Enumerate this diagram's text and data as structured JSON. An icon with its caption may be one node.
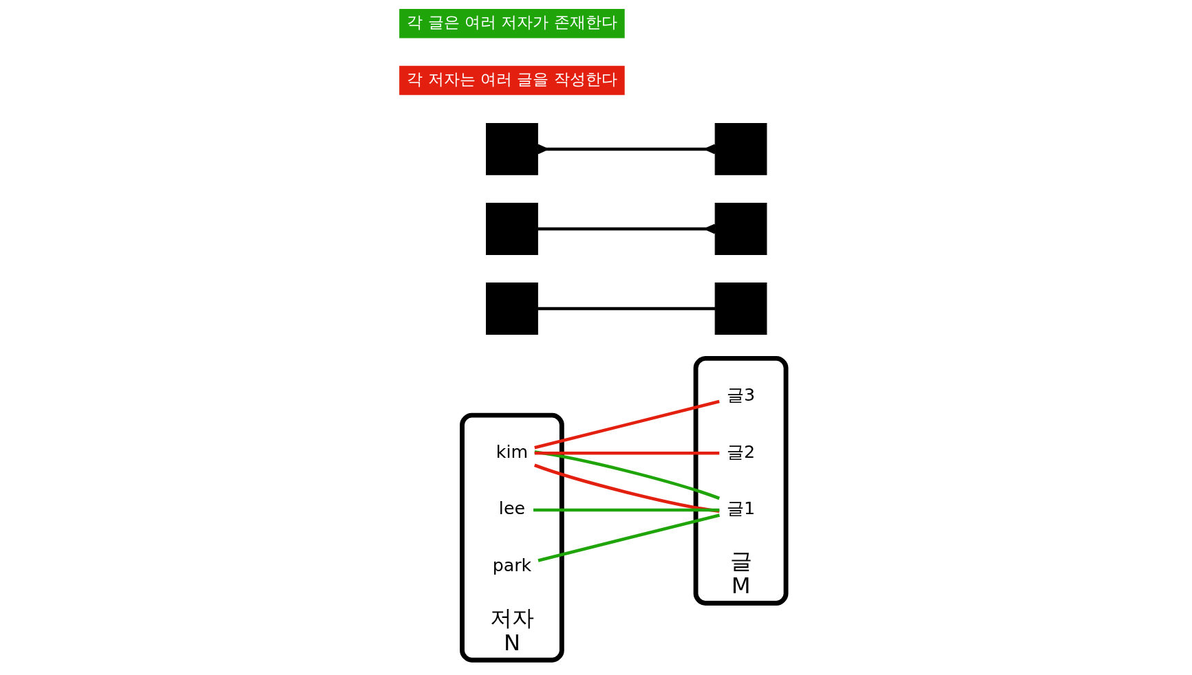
{
  "diagram": {
    "nodes": [
      {
        "text": [
          "저자"
        ],
        "beside": [
          "N"
        ]
      },
      {
        "text": [
          "kim"
        ],
        "in": 0
      },
      {
        "text": [
          "lee"
        ],
        "in": 0
      },
      {
        "text": [
          "park"
        ],
        "in": 0
      },
      {
        "text": [
          "글"
        ],
        "beside": [
          "M"
        ]
      },
      {
        "text": [
          "글1"
        ],
        "in": 4
      },
      {
        "text": [
          "글2"
        ],
        "in": 4
      },
      {
        "text": [
          "글3"
        ],
        "in": 4
      },
      {
        "text": [],
        "shape": "box"
      },
      {
        "text": [],
        "shape": "box"
      },
      {
        "text": [],
        "shape": "box"
      },
      {
        "text": [],
        "shape": "box"
      },
      {
        "text": [],
        "shape": "box"
      },
      {
        "text": [],
        "shape": "box"
      }
    ],
    "edges": [
      {
        "from": 1,
        "to": 5,
        "arrow": "none",
        "color": "#e3200f"
      },
      {
        "from": 1,
        "to": 6,
        "arrow": "none",
        "color": "#e3200f"
      },
      {
        "from": 1,
        "to": 7,
        "arrow": "none",
        "color": "#e3200f"
      },
      {
        "from": 1,
        "to": 5,
        "arrow": "none",
        "color": "#1fa50a"
      },
      {
        "from": 2,
        "to": 5,
        "arrow": "none",
        "color": "#1fa50a"
      },
      {
        "from": 3,
        "to": 5,
        "arrow": "none",
        "color": "#1fa50a"
      },
      {
        "from": 8,
        "to": 9,
        "arrow": "none",
        "color": "#000000"
      },
      {
        "from": 10,
        "to": 11,
        "arrow": "other",
        "color": "#000000"
      },
      {
        "from": 12,
        "to": 13,
        "arrow": "other",
        "color": "#000000"
      }
    ],
    "labels": [
      "각 저자는 여러 글을 작성한다",
      "각 글은 여러 저자가 존재한다"
    ]
  }
}
